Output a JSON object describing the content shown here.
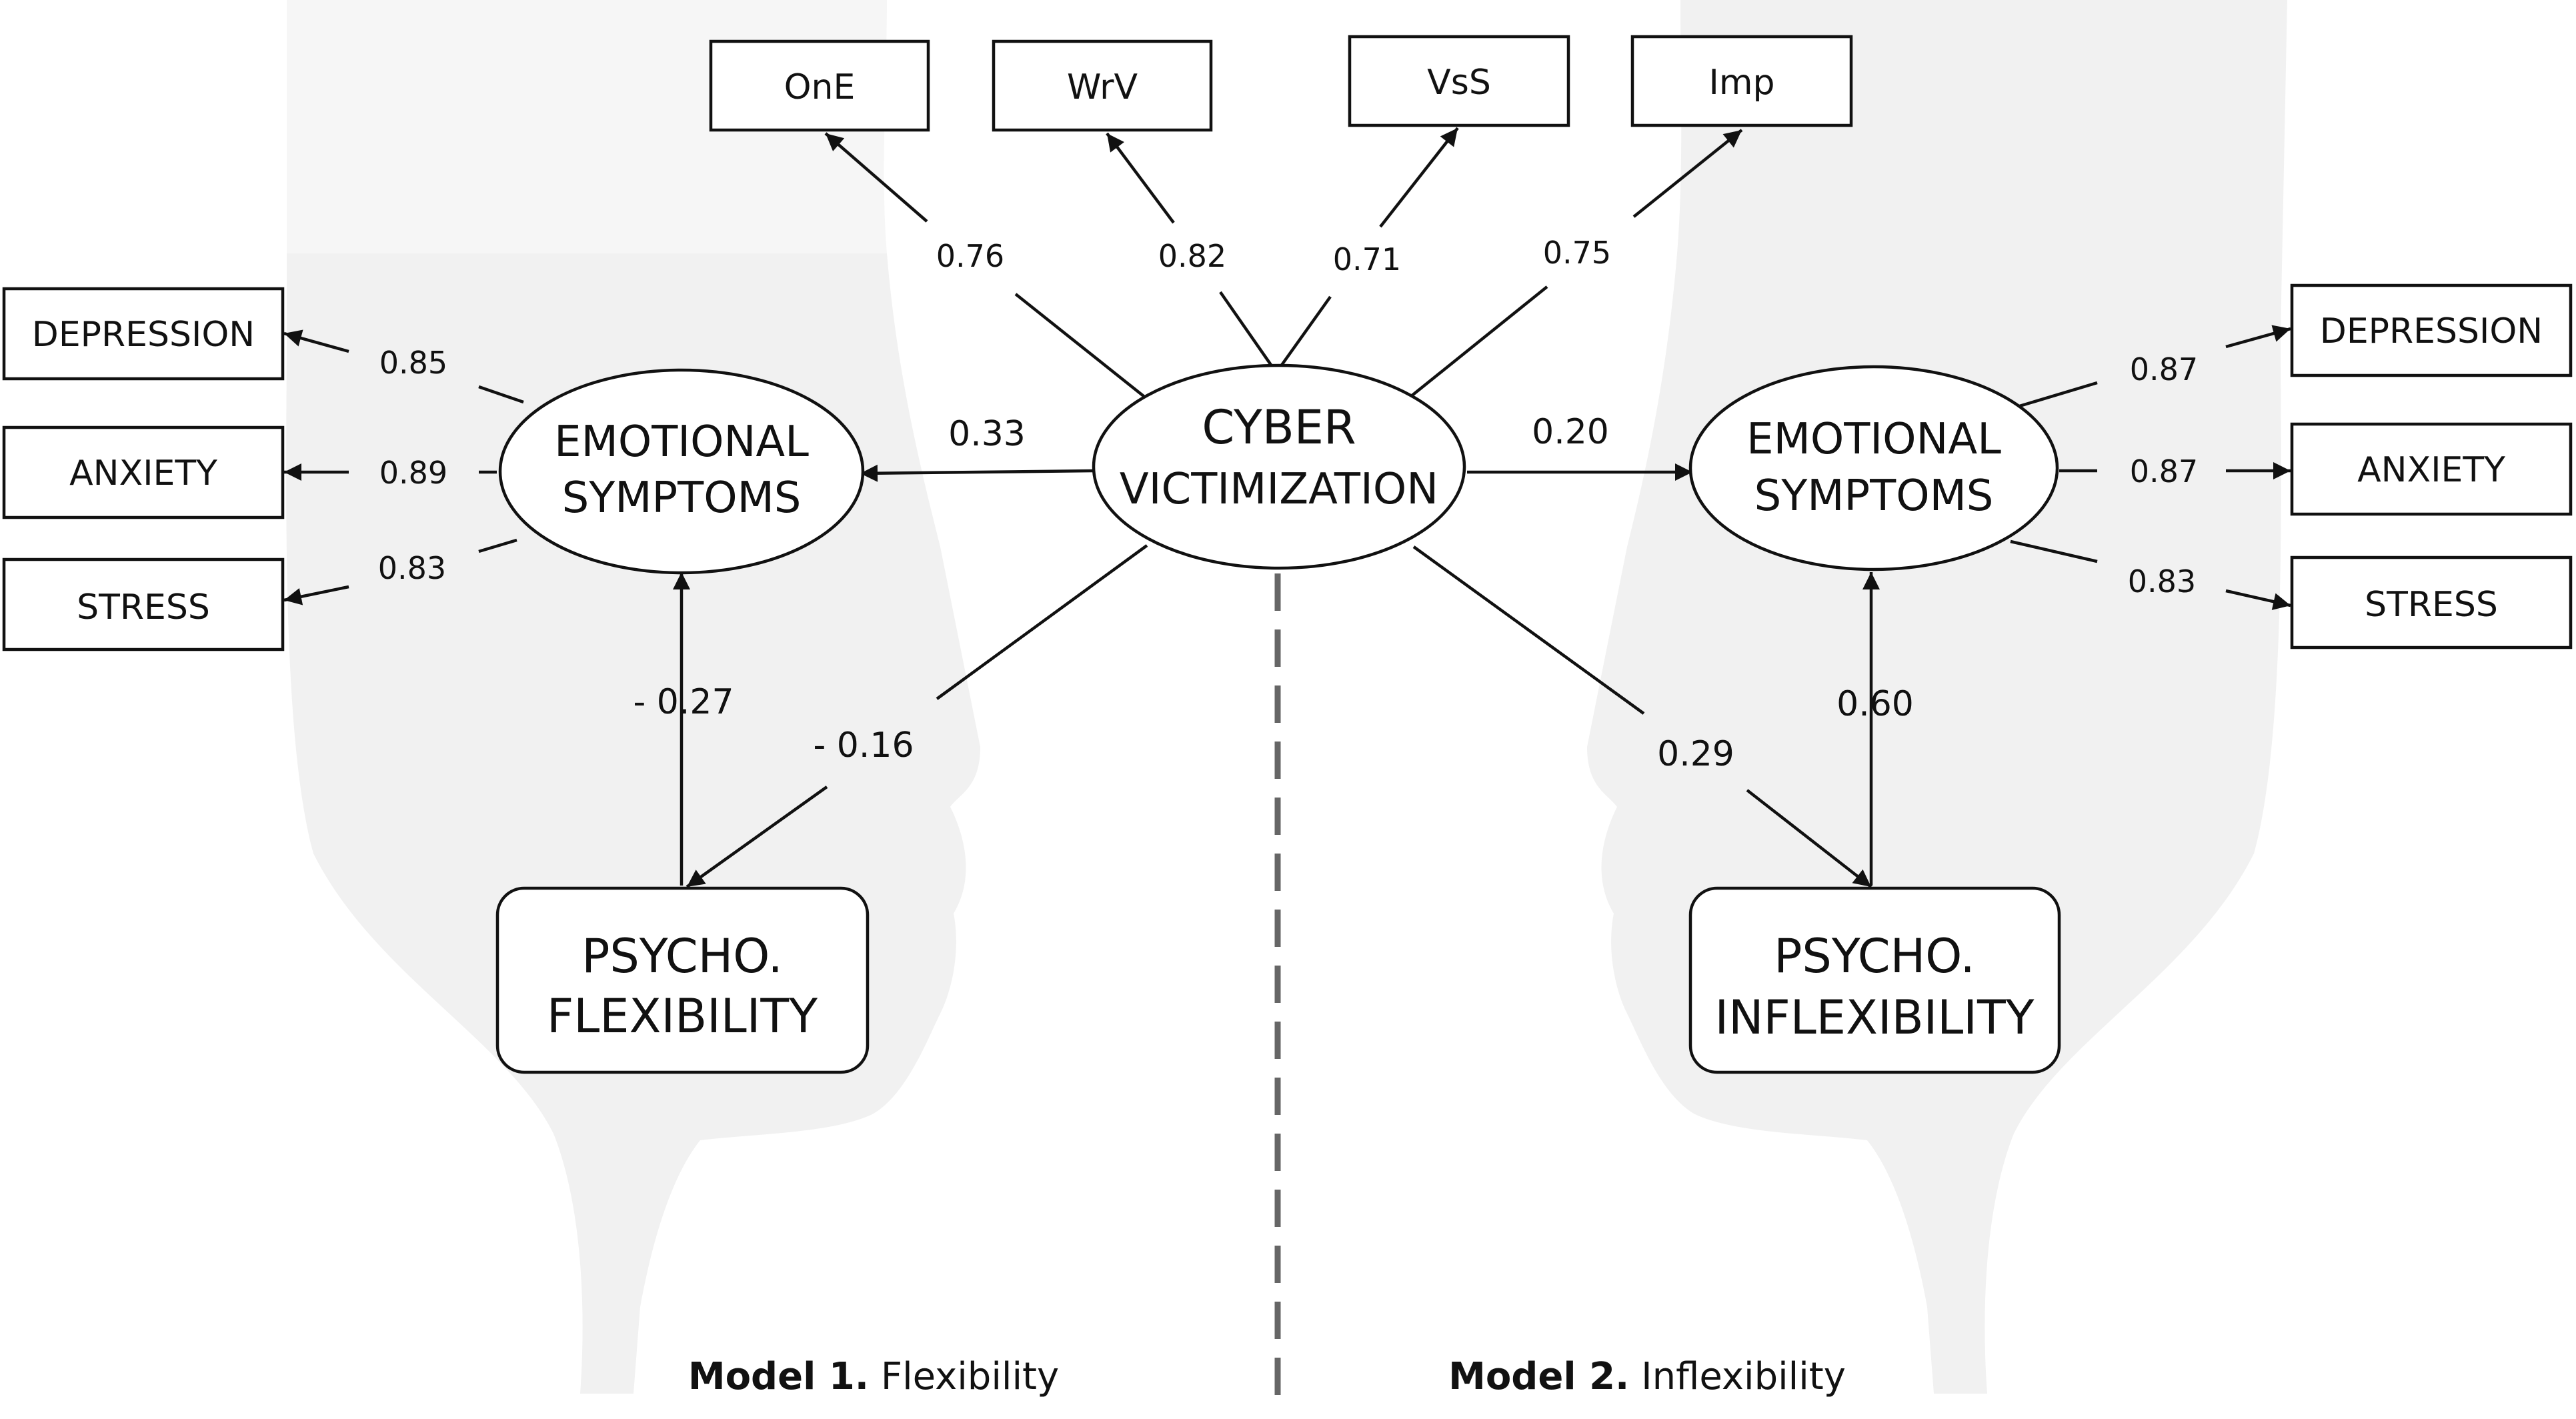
{
  "colors": {
    "ink": "#111111",
    "background": "#ffffff",
    "silhouette": "#f1f1f1",
    "divider": "#666666"
  },
  "indicators_top": [
    "OnE",
    "WrV",
    "VsS",
    "Imp"
  ],
  "loadings_top": [
    "0.76",
    "0.82",
    "0.71",
    "0.75"
  ],
  "central": {
    "line1": "CYBER",
    "line2": "VICTIMIZATION"
  },
  "left": {
    "outcome": {
      "line1": "EMOTIONAL",
      "line2": "SYMPTOMS"
    },
    "indicators": [
      "DEPRESSION",
      "ANXIETY",
      "STRESS"
    ],
    "loadings": [
      "0.85",
      "0.89",
      "0.83"
    ],
    "path_cv_es": "0.33",
    "path_pf_es": "- 0.27",
    "path_cv_pf": "- 0.16",
    "mediator": {
      "line1": "PSYCHO.",
      "line2": "FLEXIBILITY"
    },
    "caption_bold": "Model 1.",
    "caption_rest": " Flexibility"
  },
  "right": {
    "outcome": {
      "line1": "EMOTIONAL",
      "line2": "SYMPTOMS"
    },
    "indicators": [
      "DEPRESSION",
      "ANXIETY",
      "STRESS"
    ],
    "loadings": [
      "0.87",
      "0.87",
      "0.83"
    ],
    "path_cv_es": "0.20",
    "path_pi_es": "0.60",
    "path_cv_pi": "0.29",
    "mediator": {
      "line1": "PSYCHO.",
      "line2": "INFLEXIBILITY"
    },
    "caption_bold": "Model 2.",
    "caption_rest": " Inflexibility"
  }
}
